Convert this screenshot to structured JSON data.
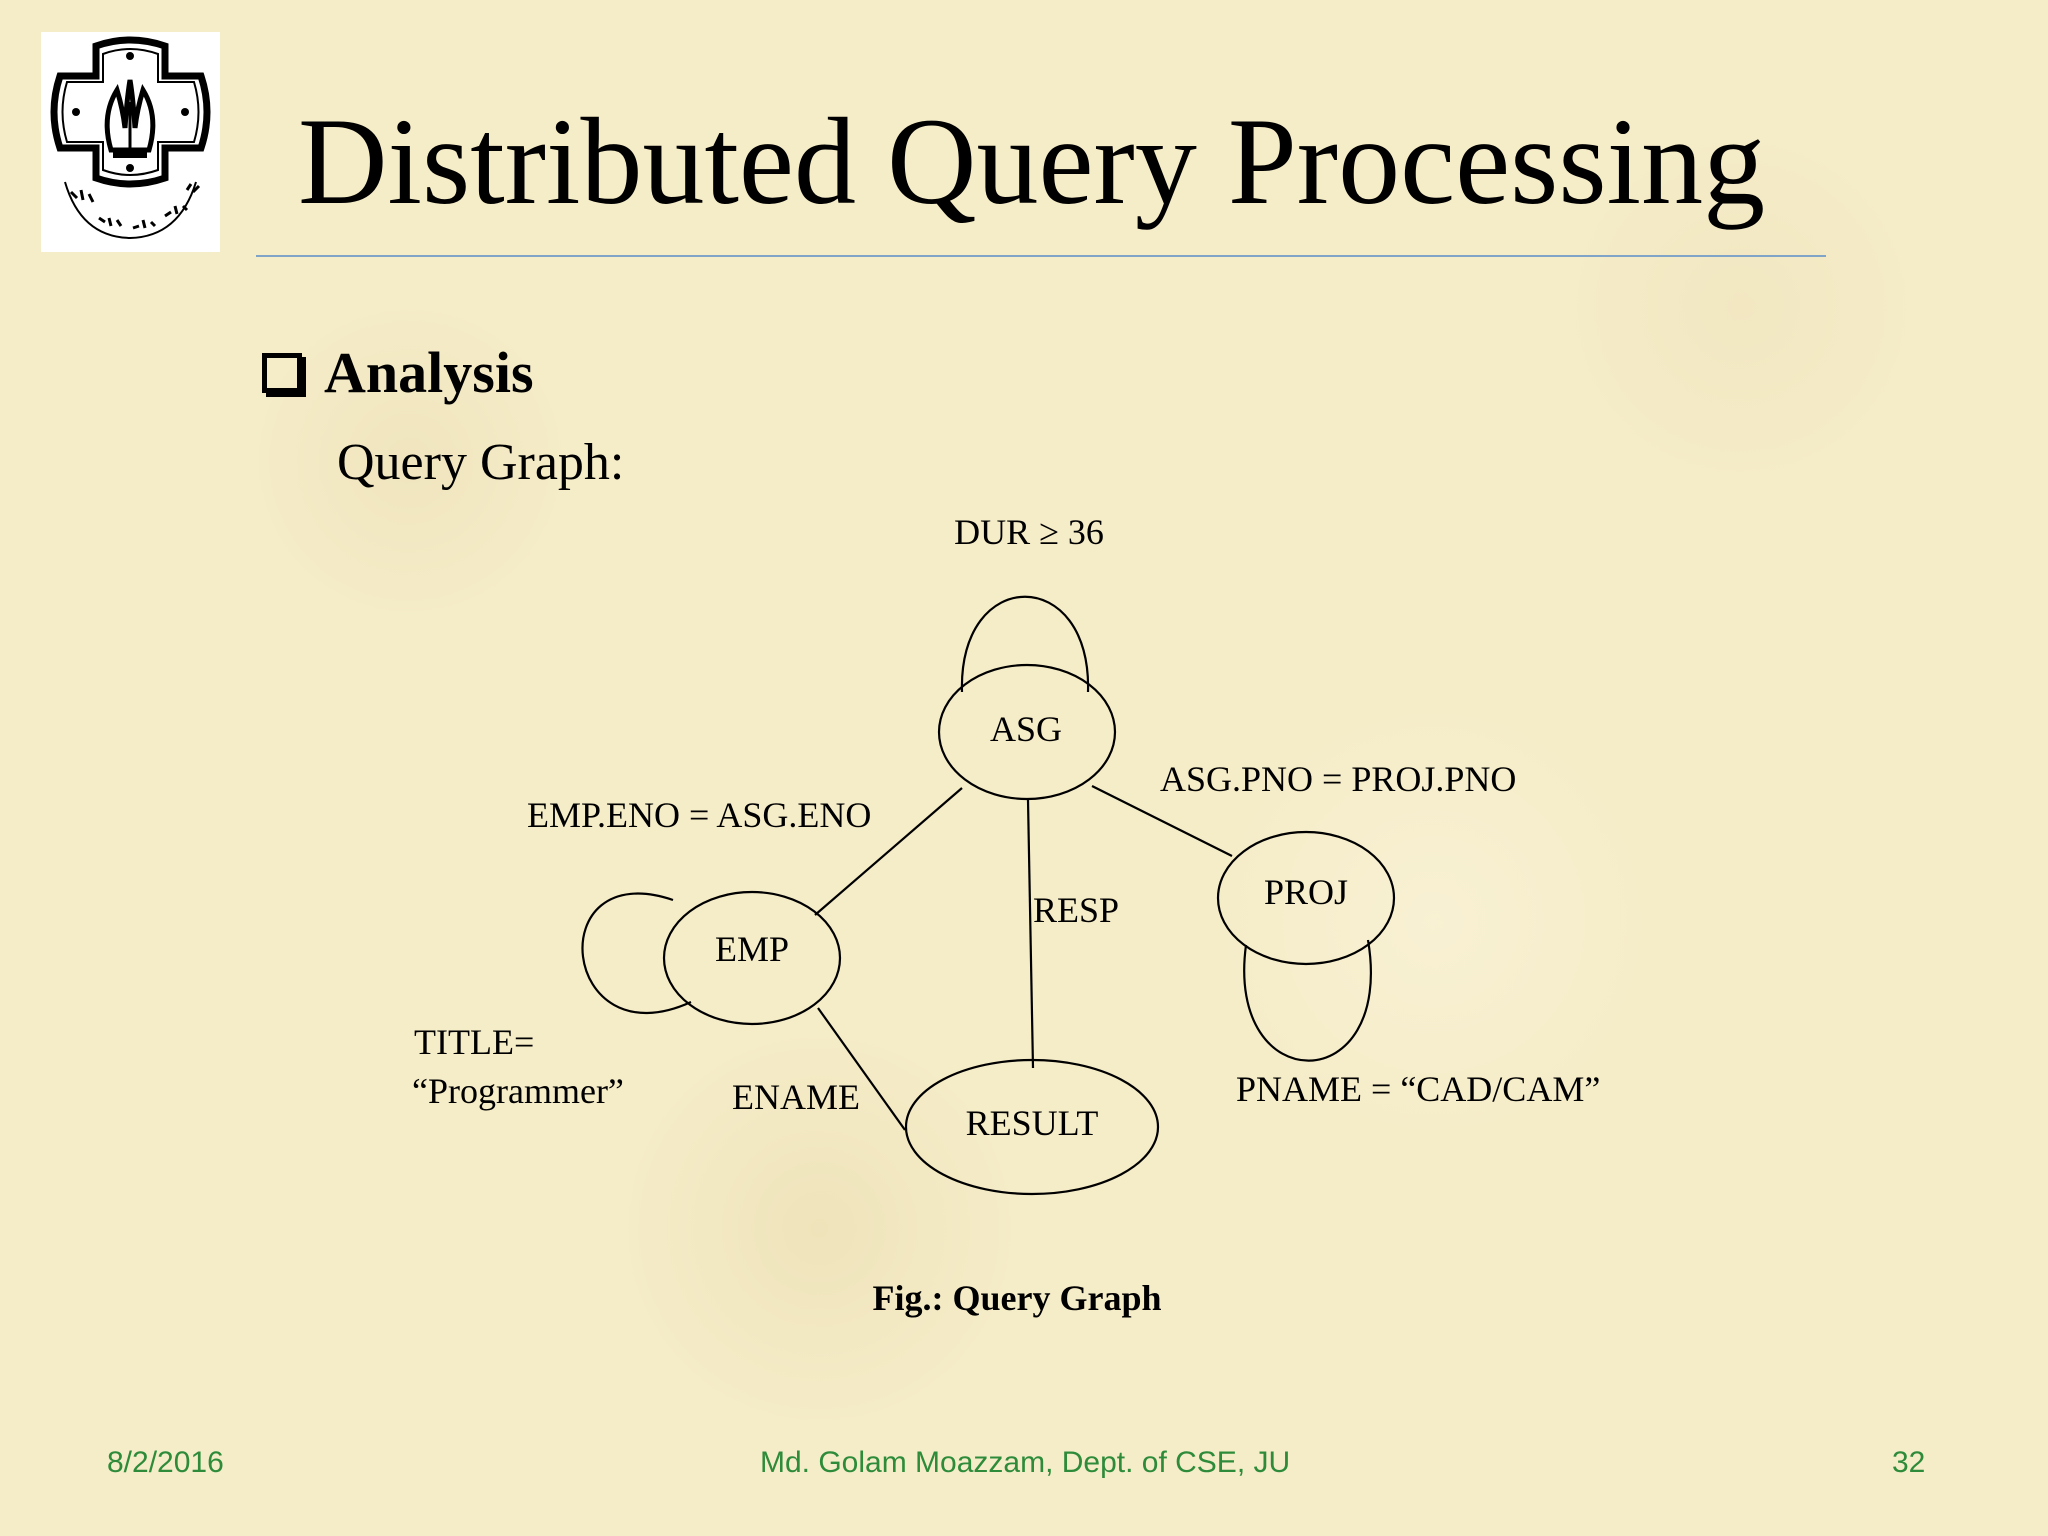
{
  "slide": {
    "title": "Distributed Query Processing",
    "bullet_heading": "Analysis",
    "subheading": "Query Graph:"
  },
  "diagram": {
    "nodes": {
      "asg": "ASG",
      "emp": "EMP",
      "proj": "PROJ",
      "result": "RESULT"
    },
    "labels": {
      "asg_loop": "DUR ≥ 36",
      "emp_asg": "EMP.ENO = ASG.ENO",
      "asg_proj": "ASG.PNO = PROJ.PNO",
      "asg_result": "RESP",
      "emp_result": "ENAME",
      "emp_loop_line1": "TITLE=",
      "emp_loop_line2": "“Programmer”",
      "proj_loop": "PNAME = “CAD/CAM”"
    },
    "caption": "Fig.: Query Graph"
  },
  "footer": {
    "date": "8/2/2016",
    "author": "Md. Golam Moazzam, Dept. of CSE, JU",
    "page": "32"
  },
  "colors": {
    "background": "#f5ecc8",
    "footer_text": "#2e8b3a",
    "title_rule": "#7fa4c8"
  }
}
